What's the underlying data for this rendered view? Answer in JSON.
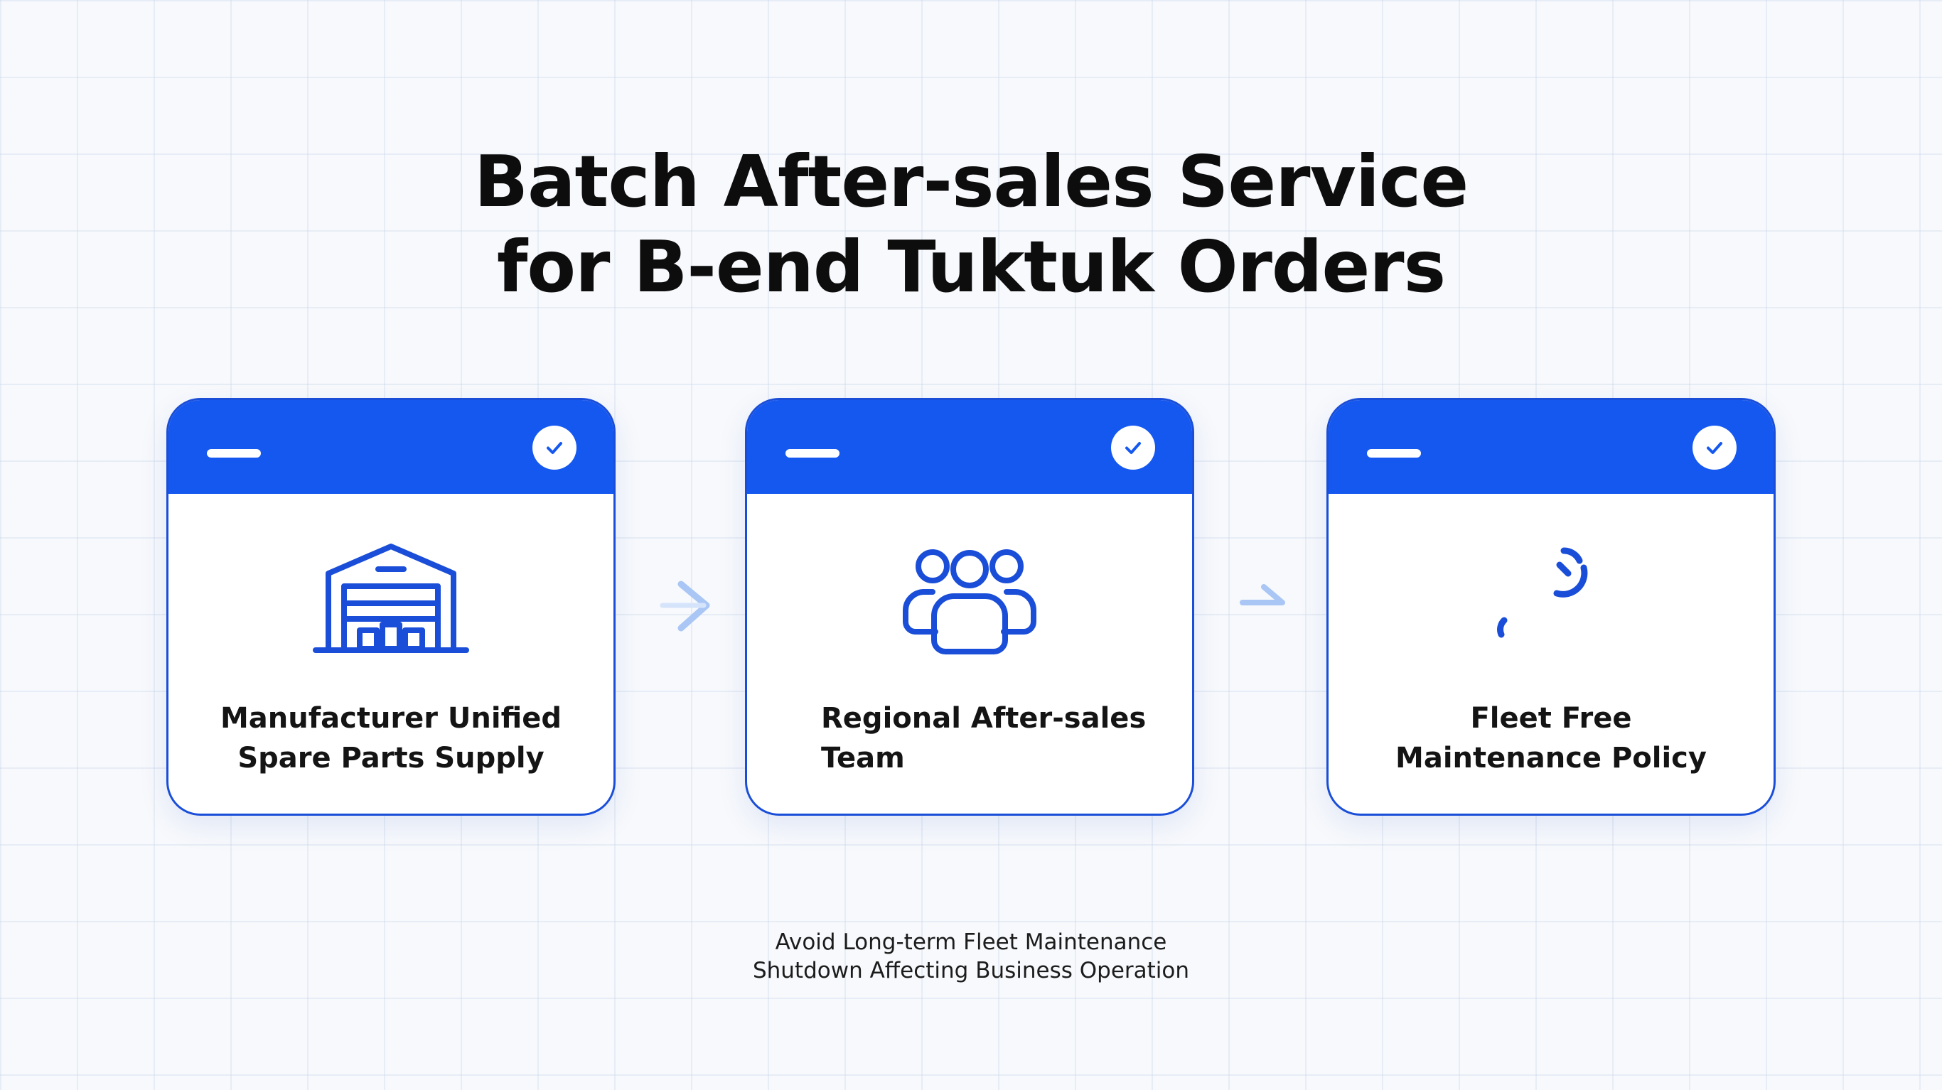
{
  "title": {
    "line1": "Batch After-sales Service",
    "line2": "for B-end Tuktuk Orders"
  },
  "colors": {
    "accent": "#1558f0",
    "border": "#1a4ed8",
    "background": "#f7f9fc",
    "arrow": "#a9c6f5"
  },
  "cards": [
    {
      "icon": "warehouse-icon",
      "label_line1": "Manufacturer Unified",
      "label_line2": "Spare Parts Supply",
      "checked": true
    },
    {
      "icon": "team-icon",
      "label_line1": "Regional After-sales",
      "label_line2": "Team",
      "checked": true
    },
    {
      "icon": "wrench-icon",
      "label_line1": "Fleet Free",
      "label_line2": "Maintenance Policy",
      "checked": true
    }
  ],
  "footer": {
    "line1": "Avoid Long-term Fleet Maintenance",
    "line2": "Shutdown Affecting Business Operation"
  }
}
